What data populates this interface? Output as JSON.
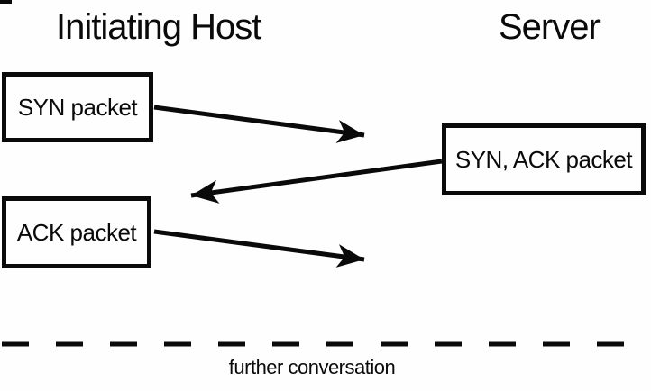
{
  "diagram": {
    "title_left": "Initiating Host",
    "title_right": "Server",
    "boxes": [
      {
        "label": "SYN packet"
      },
      {
        "label": "SYN, ACK packet"
      },
      {
        "label": "ACK packet"
      }
    ],
    "arrows": [
      {
        "name": "syn-arrow",
        "direction": "host-to-server"
      },
      {
        "name": "syn-ack-arrow",
        "direction": "server-to-host"
      },
      {
        "name": "ack-arrow",
        "direction": "host-to-server"
      }
    ],
    "footer_label": "further conversation",
    "colors": {
      "line": "#0a0a0a",
      "background": "#fefefe"
    }
  }
}
